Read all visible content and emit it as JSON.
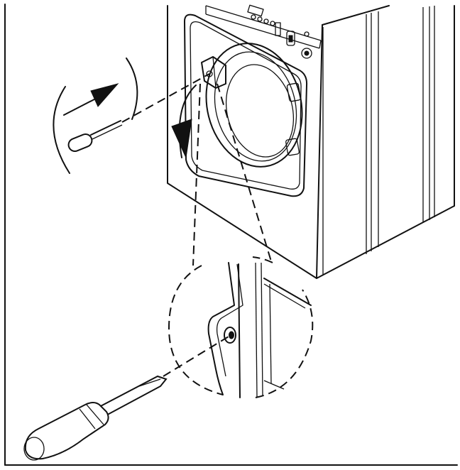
{
  "figure": {
    "border_color": "#222222",
    "line_color": "#111111",
    "background": "#ffffff",
    "icons": [
      "washing-machine",
      "screwdriver",
      "rotation-arrow",
      "magnified-detail"
    ]
  }
}
